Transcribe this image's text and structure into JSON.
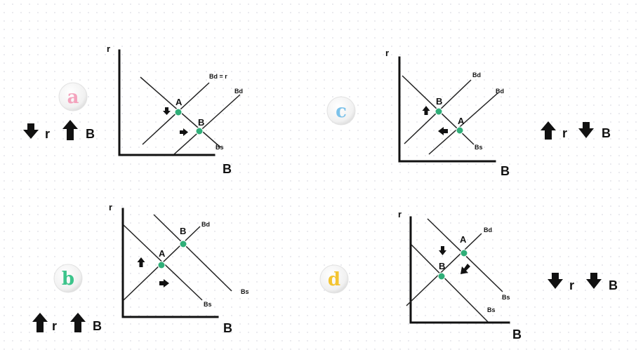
{
  "colors": {
    "badge_a": "#f4a3bd",
    "badge_b": "#3cc48b",
    "badge_c": "#7cc2ea",
    "badge_d": "#f3c431",
    "equilibrium_point": "#2fae78"
  },
  "panels": {
    "a": {
      "badge": "a",
      "axis_y": "r",
      "axis_x": "B",
      "curve_bd_top": "Bd = r",
      "curve_bd": "Bd",
      "curve_bs": "Bs",
      "point_1": "A",
      "point_2": "B",
      "summary": {
        "r_direction": "down",
        "r_label": "r",
        "b_direction": "up",
        "b_label": "B"
      }
    },
    "b": {
      "badge": "b",
      "axis_y": "r",
      "axis_x": "B",
      "curve_bd": "Bd",
      "curve_bs_right": "Bs",
      "curve_bs_left": "Bs",
      "point_1": "A",
      "point_2": "B",
      "summary": {
        "r_direction": "up",
        "r_label": "r",
        "b_direction": "up",
        "b_label": "B"
      }
    },
    "c": {
      "badge": "c",
      "axis_y": "r",
      "axis_x": "B",
      "curve_bd_top": "Bd",
      "curve_bd": "Bd",
      "curve_bs": "Bs",
      "point_1": "B",
      "point_2": "A",
      "summary": {
        "r_direction": "up",
        "r_label": "r",
        "b_direction": "down",
        "b_label": "B"
      }
    },
    "d": {
      "badge": "d",
      "axis_y": "r",
      "axis_x": "B",
      "curve_bd": "Bd",
      "curve_bs_right": "Bs",
      "curve_bs_left": "Bs",
      "point_1": "A",
      "point_2": "B",
      "summary": {
        "r_direction": "down",
        "r_label": "r",
        "b_direction": "down",
        "b_label": "B"
      }
    }
  }
}
